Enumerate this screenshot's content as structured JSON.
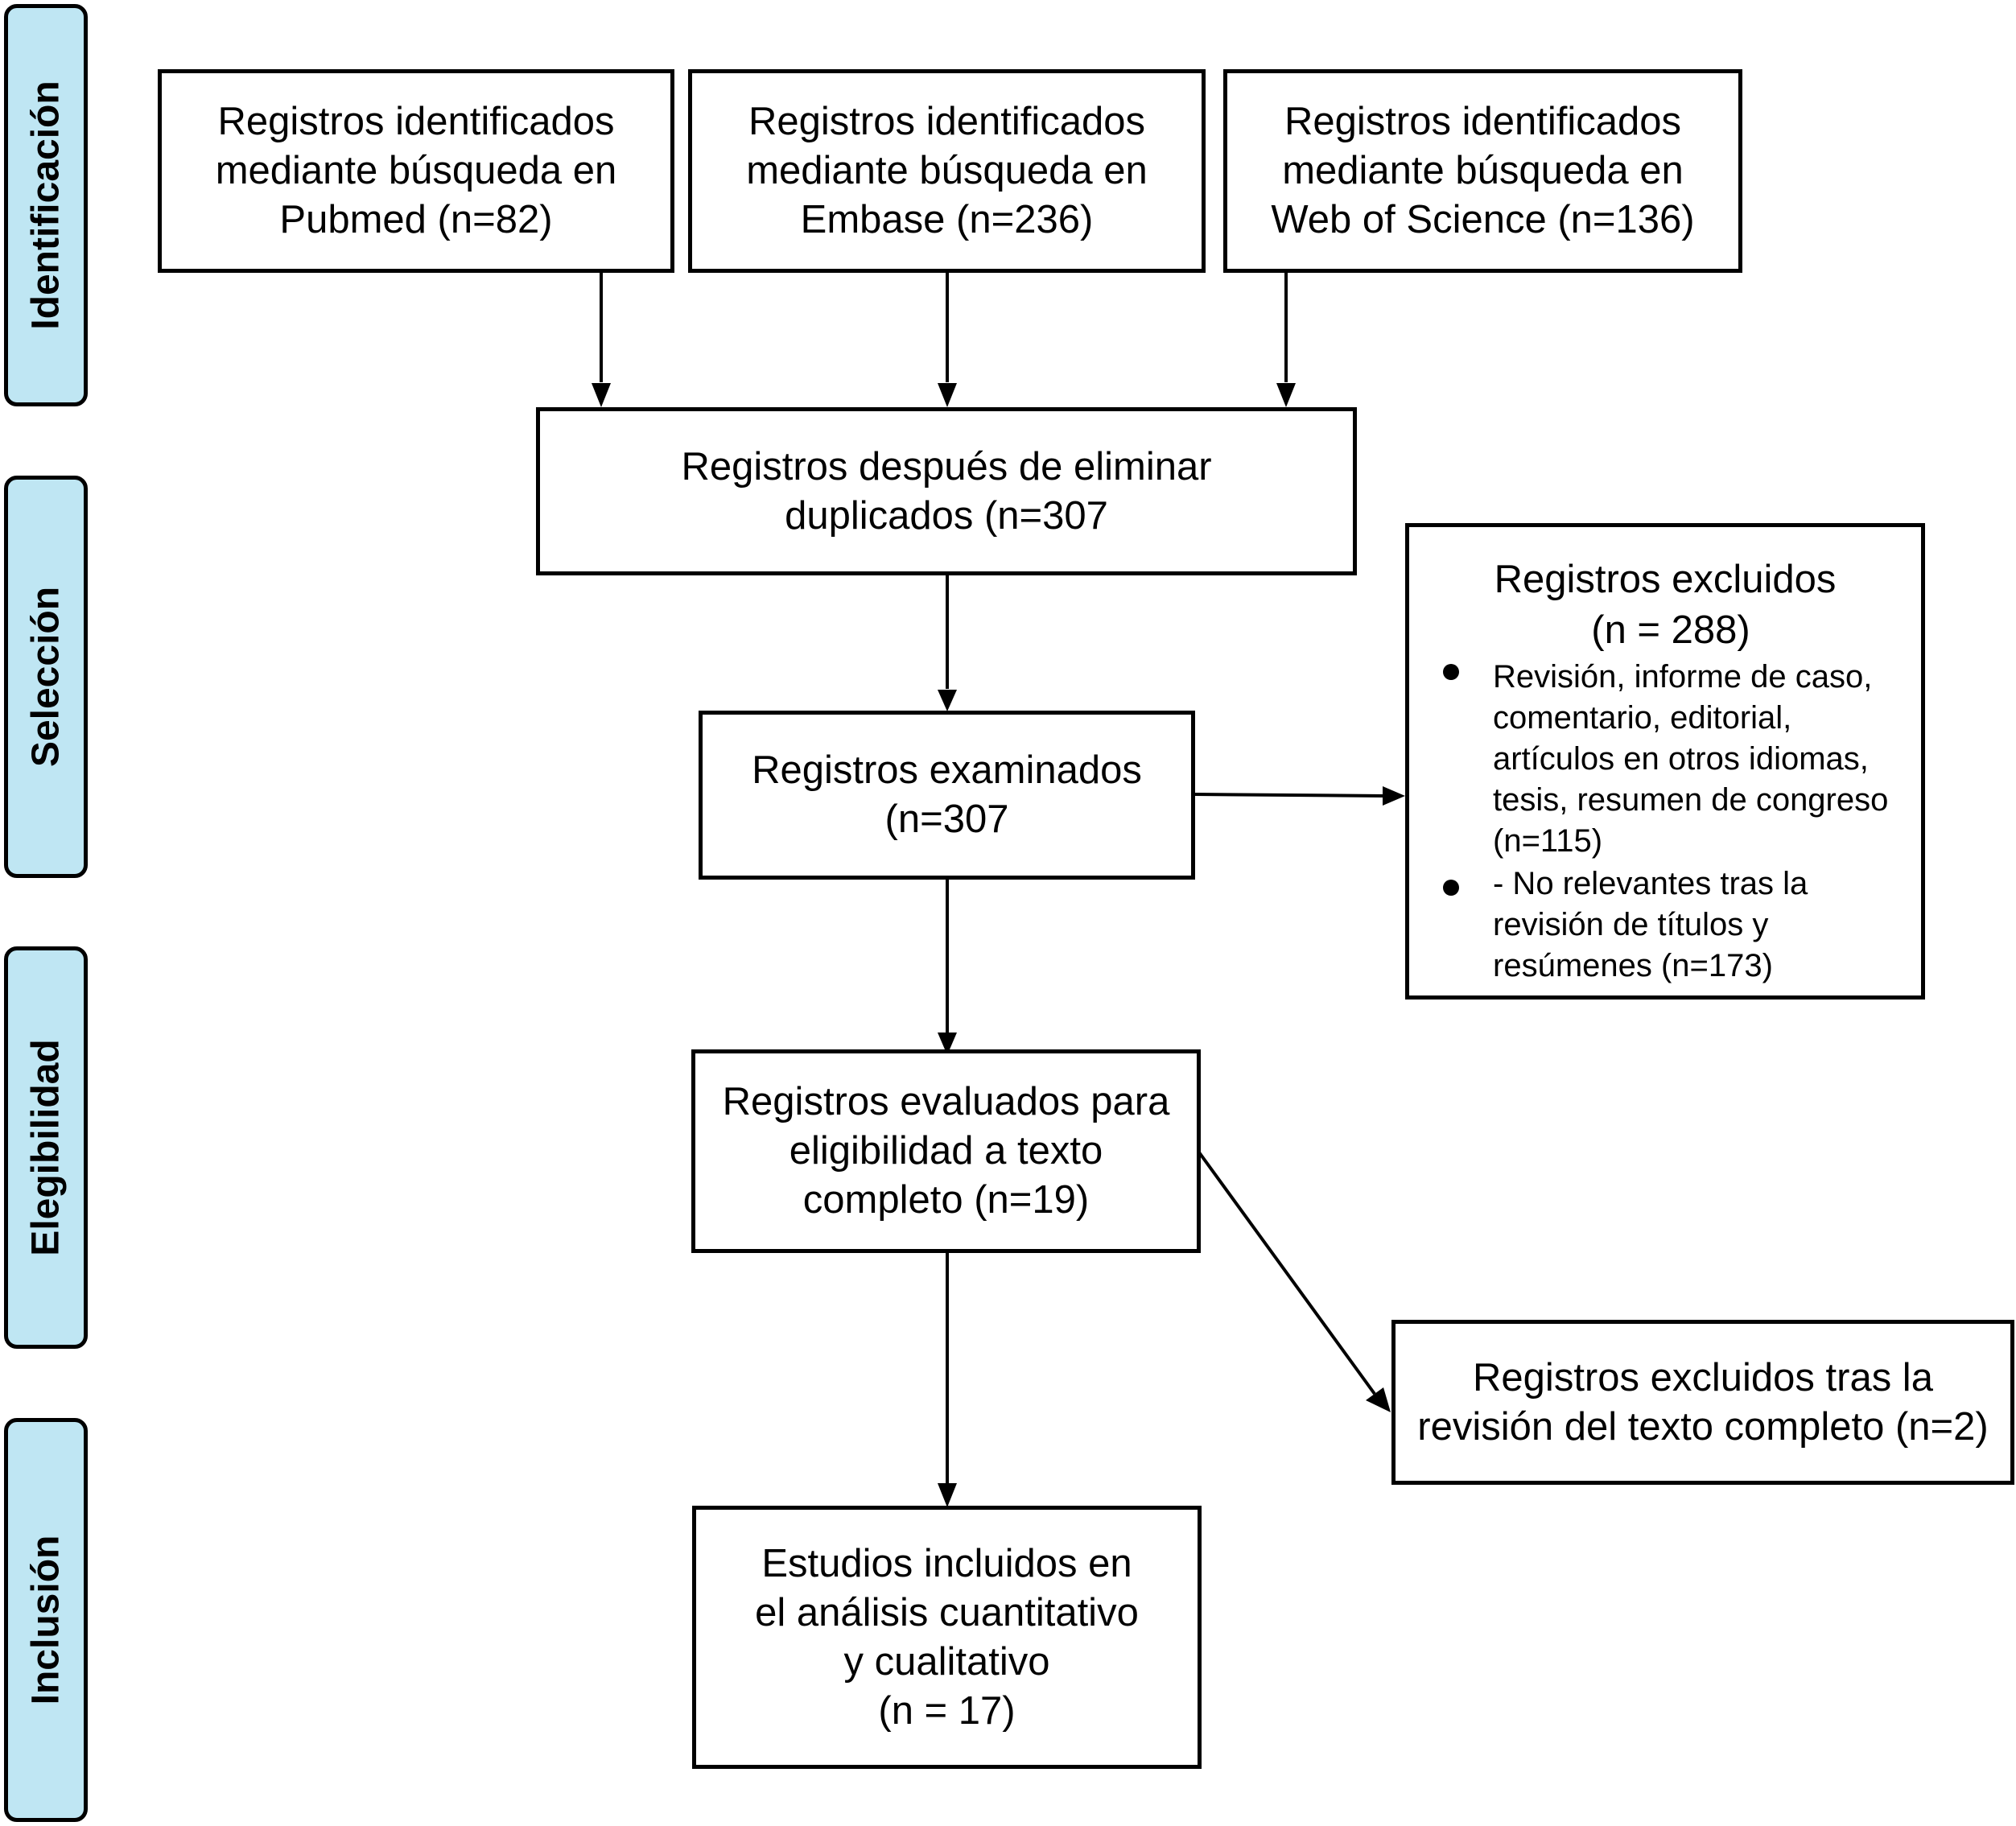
{
  "phases": {
    "identificacion": "Identificación",
    "seleccion": "Selección",
    "elegibilidad": "Elegibilidad",
    "inclusion": "Inclusión"
  },
  "boxes": {
    "pubmed": "Registros identificados\nmediante búsqueda en\nPubmed (n=82)",
    "embase": "Registros identificados\nmediante búsqueda en\nEmbase (n=236)",
    "wos": "Registros identificados\nmediante búsqueda en\nWeb of Science  (n=136)",
    "duplicates_removed": "Registros después de eliminar\nduplicados (n=307",
    "screened": "Registros examinados\n(n=307",
    "full_text_assessed": "Registros evaluados para\neligibilidad a texto\ncompleto (n=19)",
    "included": "Estudios incluidos en\nel análisis cuantitativo\ny cualitativo\n(n = 17)",
    "excluded_full_text": "Registros excluidos tras la\nrevisión del texto completo (n=2)"
  },
  "excluded_records": {
    "title": "Registros excluidos",
    "count": "(n = 288)",
    "reasons": [
      " Revisión, informe de caso,\ncomentario, editorial,\nartículos en otros idiomas,\ntesis, resumen de congreso\n(n=115)",
      "- No relevantes tras la\nrevisión de títulos y\nresúmenes (n=173)"
    ]
  }
}
